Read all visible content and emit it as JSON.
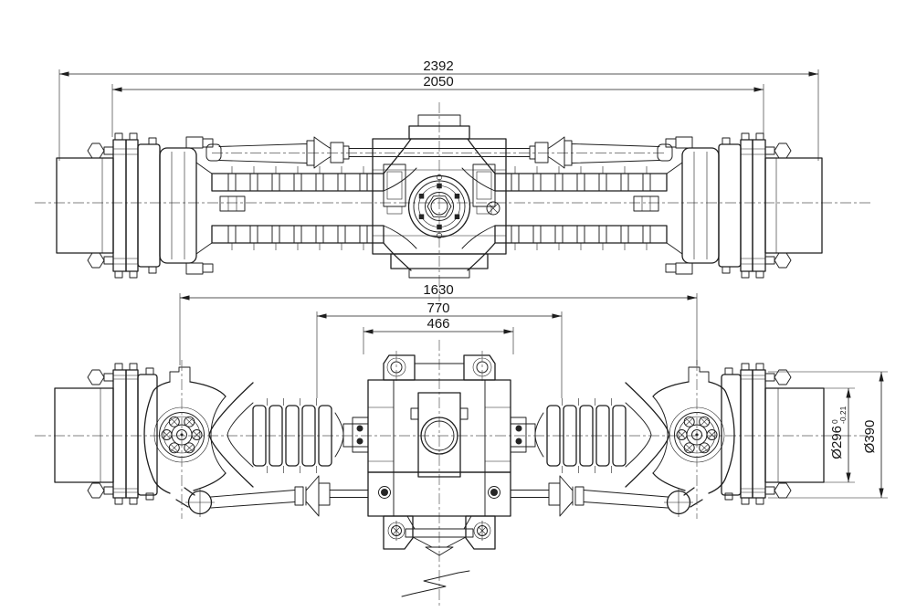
{
  "colors": {
    "background": "#ffffff",
    "line": "#1e1e1e",
    "centerline": "#5a5a5a"
  },
  "dimensions": {
    "top_view": [
      "2392",
      "2050"
    ],
    "bottom_view": [
      "1630",
      "770",
      "466"
    ],
    "hub_diameter": {
      "value": "Ø296",
      "tol_upper": "0",
      "tol_lower": "-0.21"
    },
    "drum_diameter": {
      "value": "Ø390"
    }
  }
}
